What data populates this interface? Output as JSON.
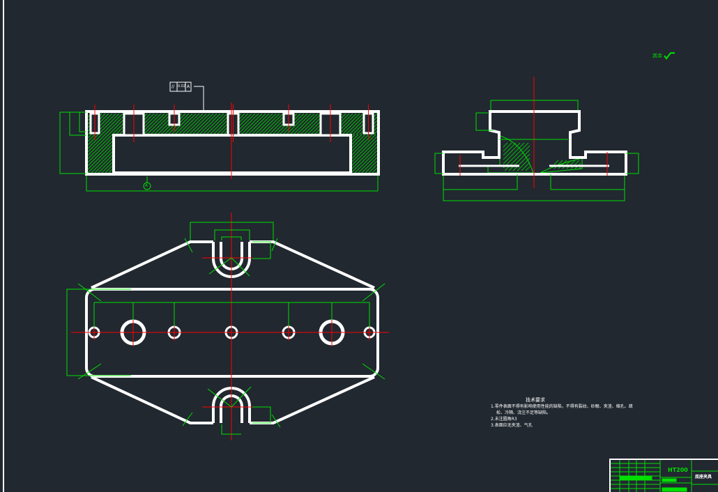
{
  "drawing": {
    "roughness_note": "其余",
    "datum_label": "A",
    "tolerance_frame": [
      "//",
      "0.02",
      "A"
    ],
    "technical_requirements": {
      "title": "技术要求",
      "lines": [
        "1.零件表面不得有影响使用性能的缺陷，不得有裂纹、砂眼、夹渣、缩孔、疏",
        "松、冷隔、浇注不足等缺陷。",
        "2.未注圆角R3",
        "3.表面应无夹渣、气孔"
      ]
    },
    "title_block": {
      "material": "HT200",
      "part_name": "底座夹具"
    },
    "colors": {
      "background": "#212830",
      "outline": "#ffffff",
      "dimension": "#00e000",
      "centerline": "#ff0000"
    }
  }
}
